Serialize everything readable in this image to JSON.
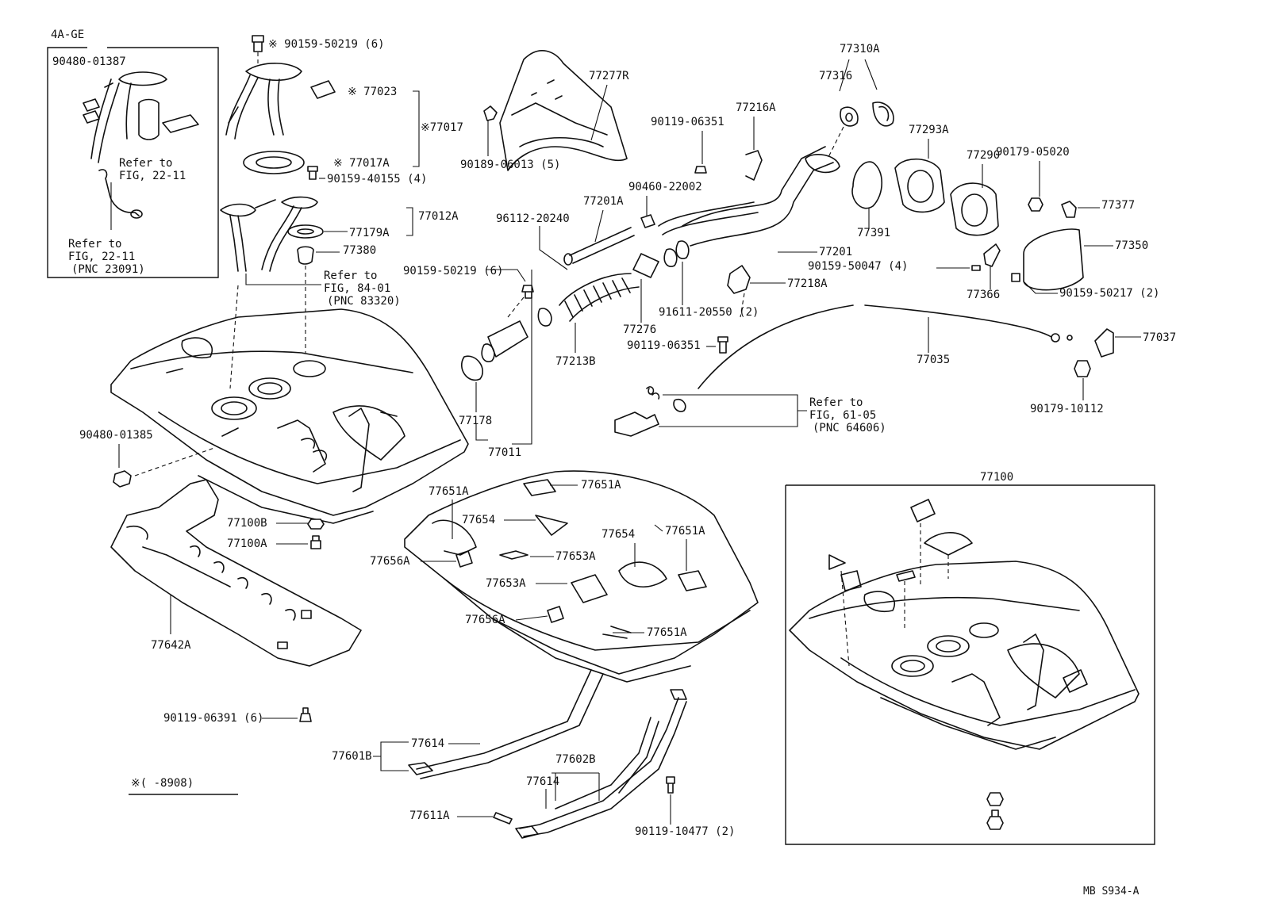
{
  "labels": {
    "engine_variant": "4A-GE",
    "p90480_01387": "90480-01387",
    "refer_fig22_11_a_l1": "Refer to",
    "refer_fig22_11_a_l2": "FIG, 22-11",
    "refer_fig22_11_b_l1": "Refer to",
    "refer_fig22_11_b_l2": "FIG, 22-11",
    "refer_fig22_11_b_l3": "(PNC 23091)",
    "p90159_50219_top": "※ 90159-50219 (6)",
    "p77023": "※ 77023",
    "p77017": "※77017",
    "p77017a": "※ 77017A",
    "p90159_40155": "90159-40155 (4)",
    "p77012a": "77012A",
    "p77179a": "77179A",
    "p77380": "77380",
    "refer_fig84_01_l1": "Refer to",
    "refer_fig84_01_l2": "FIG, 84-01",
    "refer_fig84_01_l3": "(PNC 83320)",
    "p77277r": "77277R",
    "p90189_06013": "90189-06013 (5)",
    "p96112_20240": "96112-20240",
    "p77201a": "77201A",
    "p90460_22002": "90460-22002",
    "p90159_50219_mid": "90159-50219 (6)",
    "p90119_06351_top": "90119-06351",
    "p77216a": "77216A",
    "p77310a": "77310A",
    "p77316": "77316",
    "p77293a": "77293A",
    "p77290": "77290",
    "p90179_05020": "90179-05020",
    "p77377": "77377",
    "p77391": "77391",
    "p77201": "77201",
    "p90159_50047": "90159-50047 (4)",
    "p77350": "77350",
    "p77366": "77366",
    "p90159_50217": "90159-50217 (2)",
    "p77218a": "77218A",
    "p91611_20550": "91611-20550 (2)",
    "p77276": "77276",
    "p90119_06351_mid": "90119-06351",
    "p77213b": "77213B",
    "p77035": "77035",
    "p77037": "77037",
    "refer_fig61_05_l1": "Refer to",
    "refer_fig61_05_l2": "FIG, 61-05",
    "refer_fig61_05_l3": "(PNC 64606)",
    "p90179_10112": "90179-10112",
    "p77178": "77178",
    "p77011": "77011",
    "p90480_01385": "90480-01385",
    "p77651a_1": "77651A",
    "p77651a_2": "77651A",
    "p77651a_3": "77651A",
    "p77651a_4": "77651A",
    "p77654_1": "77654",
    "p77654_2": "77654",
    "p77653a_1": "77653A",
    "p77653a_2": "77653A",
    "p77656a_1": "77656A",
    "p77656a_2": "77656A",
    "p77100": "77100",
    "p77100b": "77100B",
    "p77100a": "77100A",
    "p77642a": "77642A",
    "p90119_06391": "90119-06391 (6)",
    "p77614_1": "77614",
    "p77614_2": "77614",
    "p77601b": "77601B",
    "p77602b": "77602B",
    "p77611a": "77611A",
    "p90119_10477": "90119-10477 (2)",
    "date_note": "※(      -8908)",
    "diagram_code": "MB  S934-A"
  }
}
